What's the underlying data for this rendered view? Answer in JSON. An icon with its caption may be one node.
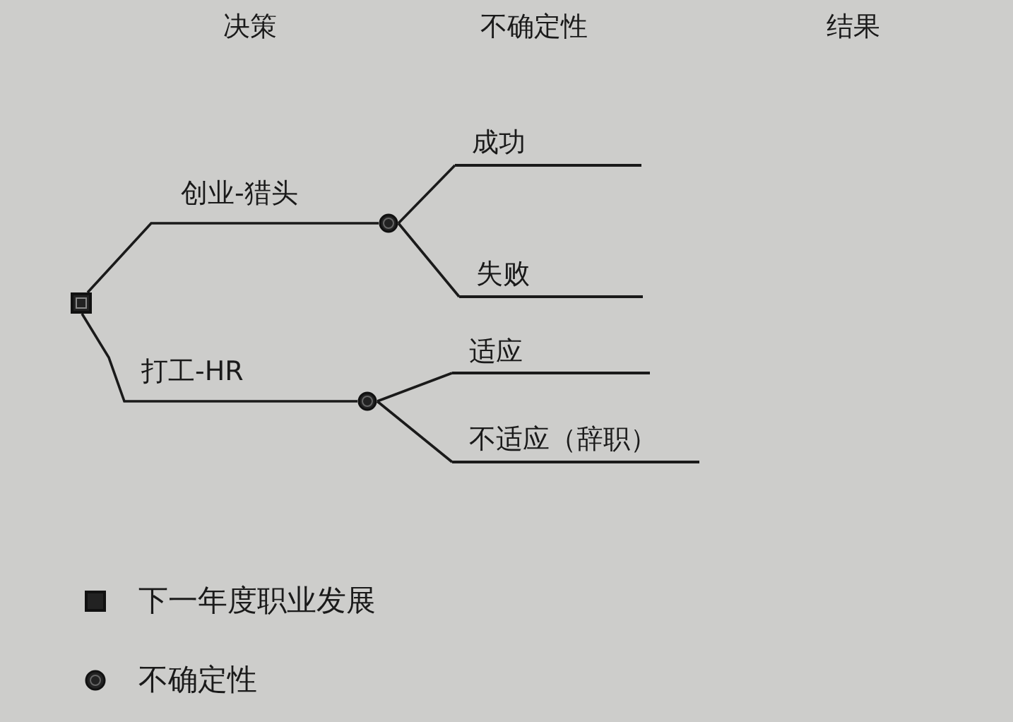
{
  "diagram": {
    "nodes": [
      {
        "text": [],
        "shape": "box"
      },
      {
        "text": [],
        "shape": "circle"
      },
      {
        "text": [],
        "shape": "circle"
      },
      {
        "text": [
          "成功"
        ]
      },
      {
        "text": [
          "失败"
        ]
      },
      {
        "text": [
          "适应"
        ]
      },
      {
        "text": [
          "不适应（辞职）"
        ]
      }
    ],
    "edges": [
      {
        "from": 0,
        "to": 1,
        "arrow": "none",
        "label": "创业-猎头"
      },
      {
        "from": 0,
        "to": 2,
        "arrow": "none",
        "label": "打工-HR"
      },
      {
        "from": 1,
        "to": 3,
        "arrow": "none"
      },
      {
        "from": 1,
        "to": 4,
        "arrow": "none"
      },
      {
        "from": 2,
        "to": 5,
        "arrow": "none"
      },
      {
        "from": 2,
        "to": 6,
        "arrow": "none"
      }
    ],
    "labels": [
      "决策",
      "不确定性",
      "结果"
    ],
    "legend": [
      {
        "text": "下一年度职业发展"
      },
      {
        "text": "不确定性"
      }
    ]
  }
}
